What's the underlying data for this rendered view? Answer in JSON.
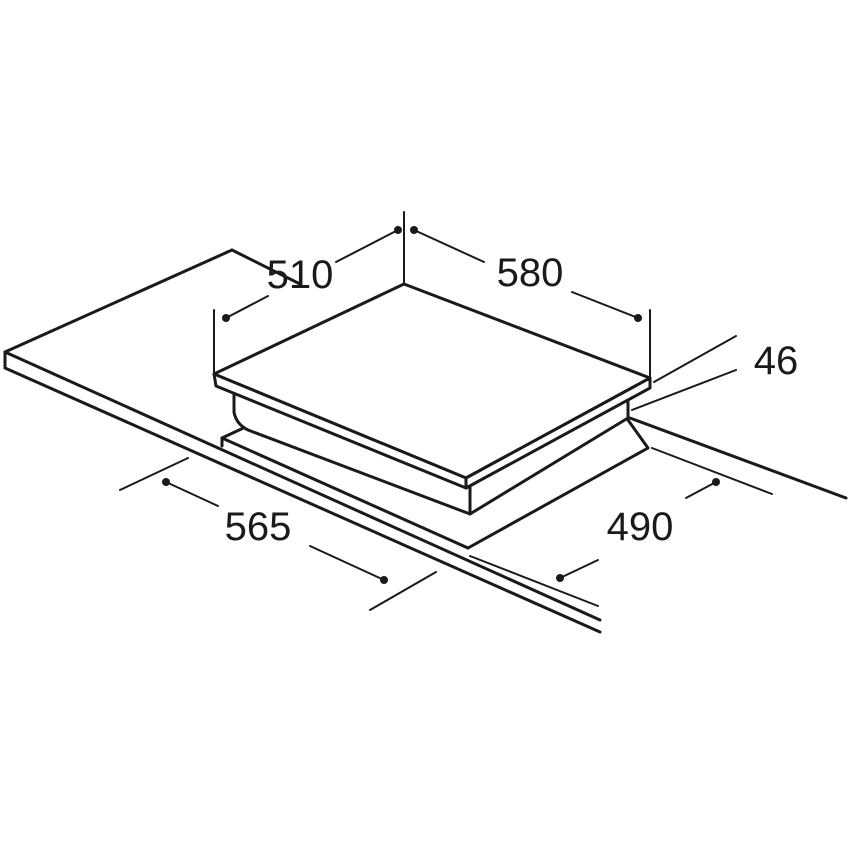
{
  "colors": {
    "line": "#1a1a1a",
    "background": "#ffffff"
  },
  "dimensions": {
    "hob_depth": "510",
    "hob_width": "580",
    "hob_height": "46",
    "cutout_width": "565",
    "cutout_depth": "490"
  }
}
